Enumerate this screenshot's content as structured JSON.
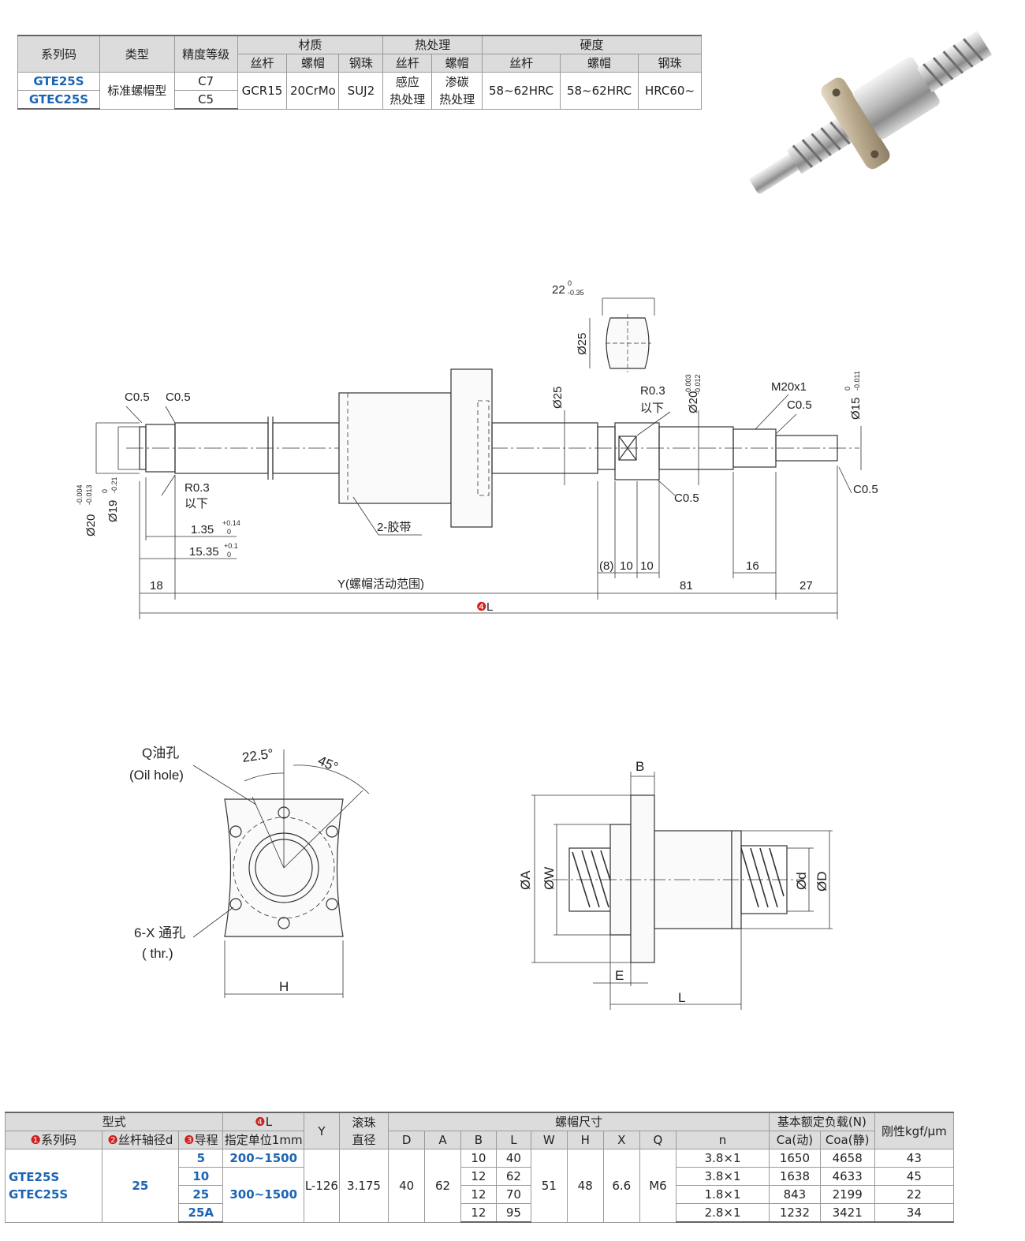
{
  "spec_table": {
    "h_series": "系列码",
    "h_type": "类型",
    "h_grade": "精度等级",
    "h_material": "材质",
    "h_heat": "热处理",
    "h_hardness": "硬度",
    "h_screw": "丝杆",
    "h_nut": "螺帽",
    "h_ball": "钢珠",
    "series1": "GTE25S",
    "series2": "GTEC25S",
    "type": "标准螺帽型",
    "grade1": "C7",
    "grade2": "C5",
    "mat_screw": "GCR15",
    "mat_nut": "20CrMo",
    "mat_ball": "SUJ2",
    "heat_screw_1": "感应",
    "heat_screw_2": "热处理",
    "heat_nut_1": "渗碳",
    "heat_nut_2": "热处理",
    "hard_screw": "58~62HRC",
    "hard_nut": "58~62HRC",
    "hard_ball": "HRC60~"
  },
  "drawing": {
    "d_22": "22",
    "d_22_tol_up": "0",
    "d_22_tol_lo": "-0.35",
    "d_phi25_top": "Ø25",
    "d_phi25": "Ø25",
    "c05": "C0.5",
    "r03": "R0.3",
    "r03_below": "以下",
    "d_phi20_right": "Ø20",
    "d_phi20_right_tol_up": "-0.003",
    "d_phi20_right_tol_lo": "-0.012",
    "m20": "M20x1",
    "d_phi15": "Ø15",
    "d_phi15_tol_up": "0",
    "d_phi15_tol_lo": "-0.011",
    "d_phi20_left": "Ø20",
    "d_phi20_left_tol_up": "-0.004",
    "d_phi20_left_tol_lo": "-0.013",
    "d_phi19": "Ø19",
    "d_phi19_tol_up": "0",
    "d_phi19_tol_lo": "-0.21",
    "d_135": "1.35",
    "d_135_tol_up": "+0.14",
    "d_135_tol_lo": "0",
    "d_1535": "15.35",
    "d_1535_tol_up": "+0.1",
    "d_1535_tol_lo": "0",
    "seal": "2-胶带",
    "d_18": "18",
    "d_y": "Y(螺帽活动范围)",
    "d_8": "(8)",
    "d_10a": "10",
    "d_10b": "10",
    "d_16": "16",
    "d_81": "81",
    "d_27": "27",
    "d_L": "L",
    "mark4": "❹"
  },
  "nut_front": {
    "oil_hole": "Q油孔",
    "oil_hole_en": "(Oil hole)",
    "ang_225": "22.5°",
    "ang_45": "45°",
    "holes": "6-X 通孔",
    "holes_en": "( thr.)",
    "dim_h": "H"
  },
  "nut_side": {
    "dim_b": "B",
    "dim_a": "ØA",
    "dim_w": "ØW",
    "dim_d": "Ød",
    "dim_D": "ØD",
    "dim_e": "E",
    "dim_l": "L"
  },
  "dim_table": {
    "h_model": "型式",
    "h_L_mark": "❹",
    "h_L": "L",
    "h_y": "Y",
    "h_ball1": "滚珠",
    "h_ball2": "直径",
    "h_nut_size": "螺帽尺寸",
    "h_load": "基本额定负载(N)",
    "h_rigidity": "刚性kgf/μm",
    "h_series_mark": "❶",
    "h_series": "系列码",
    "h_shaft_mark": "❷",
    "h_shaft": "丝杆轴径d",
    "h_lead_mark": "❸",
    "h_lead": "导程",
    "h_unit": "指定单位1mm",
    "cols": [
      "D",
      "A",
      "B",
      "L",
      "W",
      "H",
      "X",
      "Q",
      "n",
      "Ca(动)",
      "Coa(静)"
    ],
    "series1": "GTE25S",
    "series2": "GTEC25S",
    "shaft": "25",
    "y": "L-126",
    "ball": "3.175",
    "D": "40",
    "A": "62",
    "W": "51",
    "H": "48",
    "X": "6.6",
    "Q": "M6",
    "rows": [
      {
        "lead": "5",
        "L": "200~1500",
        "B": "10",
        "Lnut": "40",
        "n": "3.8×1",
        "ca": "1650",
        "coa": "4658",
        "rigidity": "43"
      },
      {
        "lead": "10",
        "L": "300~1500",
        "B": "12",
        "Lnut": "62",
        "n": "3.8×1",
        "ca": "1638",
        "coa": "4633",
        "rigidity": "45"
      },
      {
        "lead": "25",
        "B": "12",
        "Lnut": "70",
        "n": "1.8×1",
        "ca": "843",
        "coa": "2199",
        "rigidity": "22"
      },
      {
        "lead": "25A",
        "B": "12",
        "Lnut": "95",
        "n": "2.8×1",
        "ca": "1232",
        "coa": "3421",
        "rigidity": "34"
      }
    ]
  },
  "colors": {
    "accent": "#1b64b4",
    "header": "#dcdcdc",
    "mark": "#d21e1e"
  }
}
